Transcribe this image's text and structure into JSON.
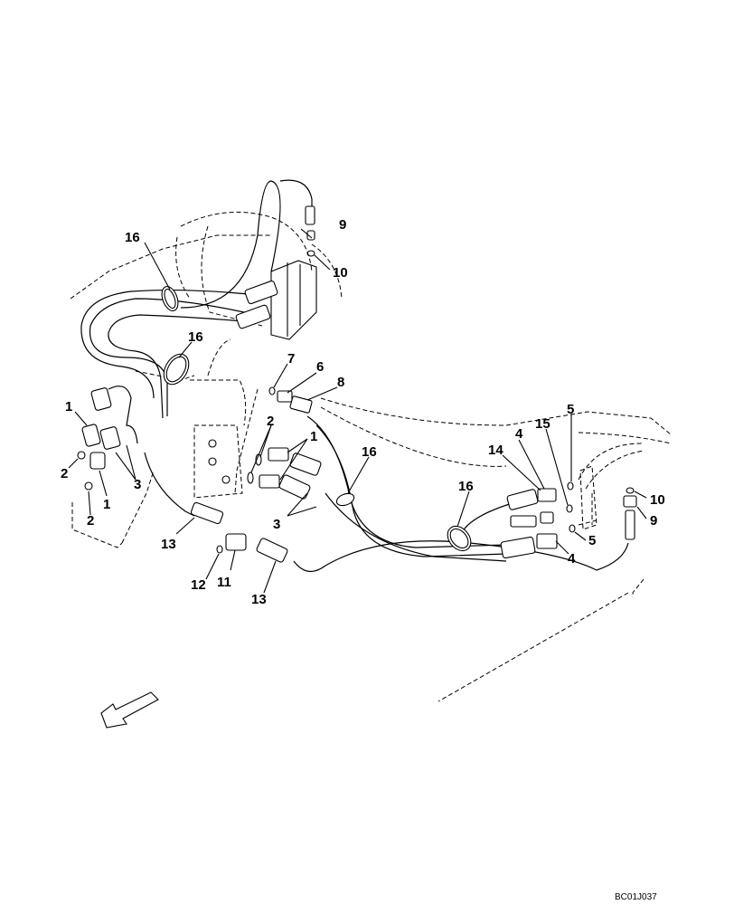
{
  "diagram": {
    "callouts": [
      "1",
      "1",
      "1",
      "2",
      "2",
      "2",
      "3",
      "3",
      "4",
      "4",
      "5",
      "5",
      "6",
      "7",
      "8",
      "9",
      "9",
      "10",
      "10",
      "11",
      "12",
      "13",
      "13",
      "14",
      "15",
      "16",
      "16",
      "16",
      "16"
    ],
    "drawing_reference": "BC01J037"
  }
}
